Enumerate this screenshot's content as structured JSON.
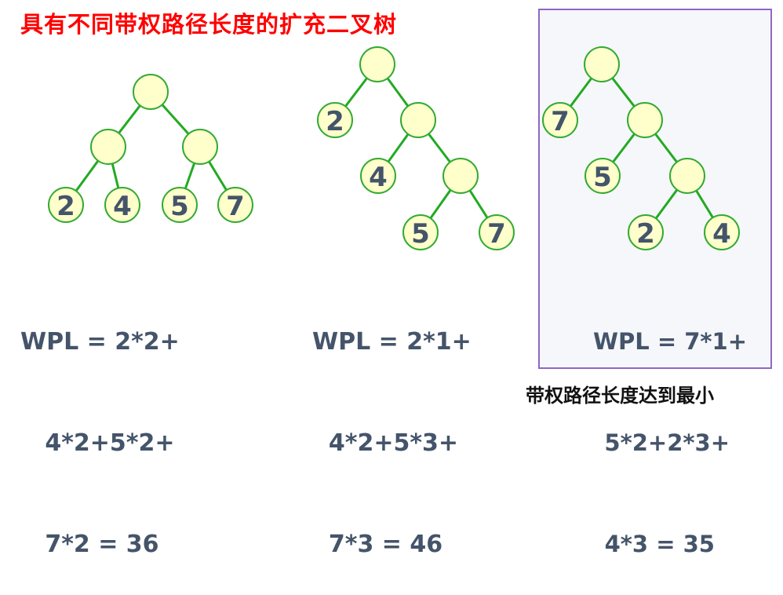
{
  "title": "具有不同带权路径长度的扩充二叉树",
  "caption": "带权路径长度达到最小",
  "colors": {
    "node_fill": "#ffffcc",
    "node_stroke": "#33aa33",
    "edge": "#22aa22",
    "text": "#44546a",
    "title": "#ff0000",
    "highlight_border": "#9066c4"
  },
  "trees": [
    {
      "leaves": [
        "2",
        "4",
        "5",
        "7"
      ],
      "formula": [
        "WPL = 2*2+",
        "   4*2+5*2+",
        "   7*2 = 36"
      ]
    },
    {
      "leaves": [
        "2",
        "4",
        "5",
        "7"
      ],
      "formula": [
        "WPL = 2*1+",
        "  4*2+5*3+",
        "  7*3 = 46"
      ]
    },
    {
      "leaves": [
        "7",
        "5",
        "2",
        "4"
      ],
      "formula": [
        "WPL = 7*1+",
        "    5*2+2*3+",
        "      4*3 = 35"
      ]
    }
  ]
}
